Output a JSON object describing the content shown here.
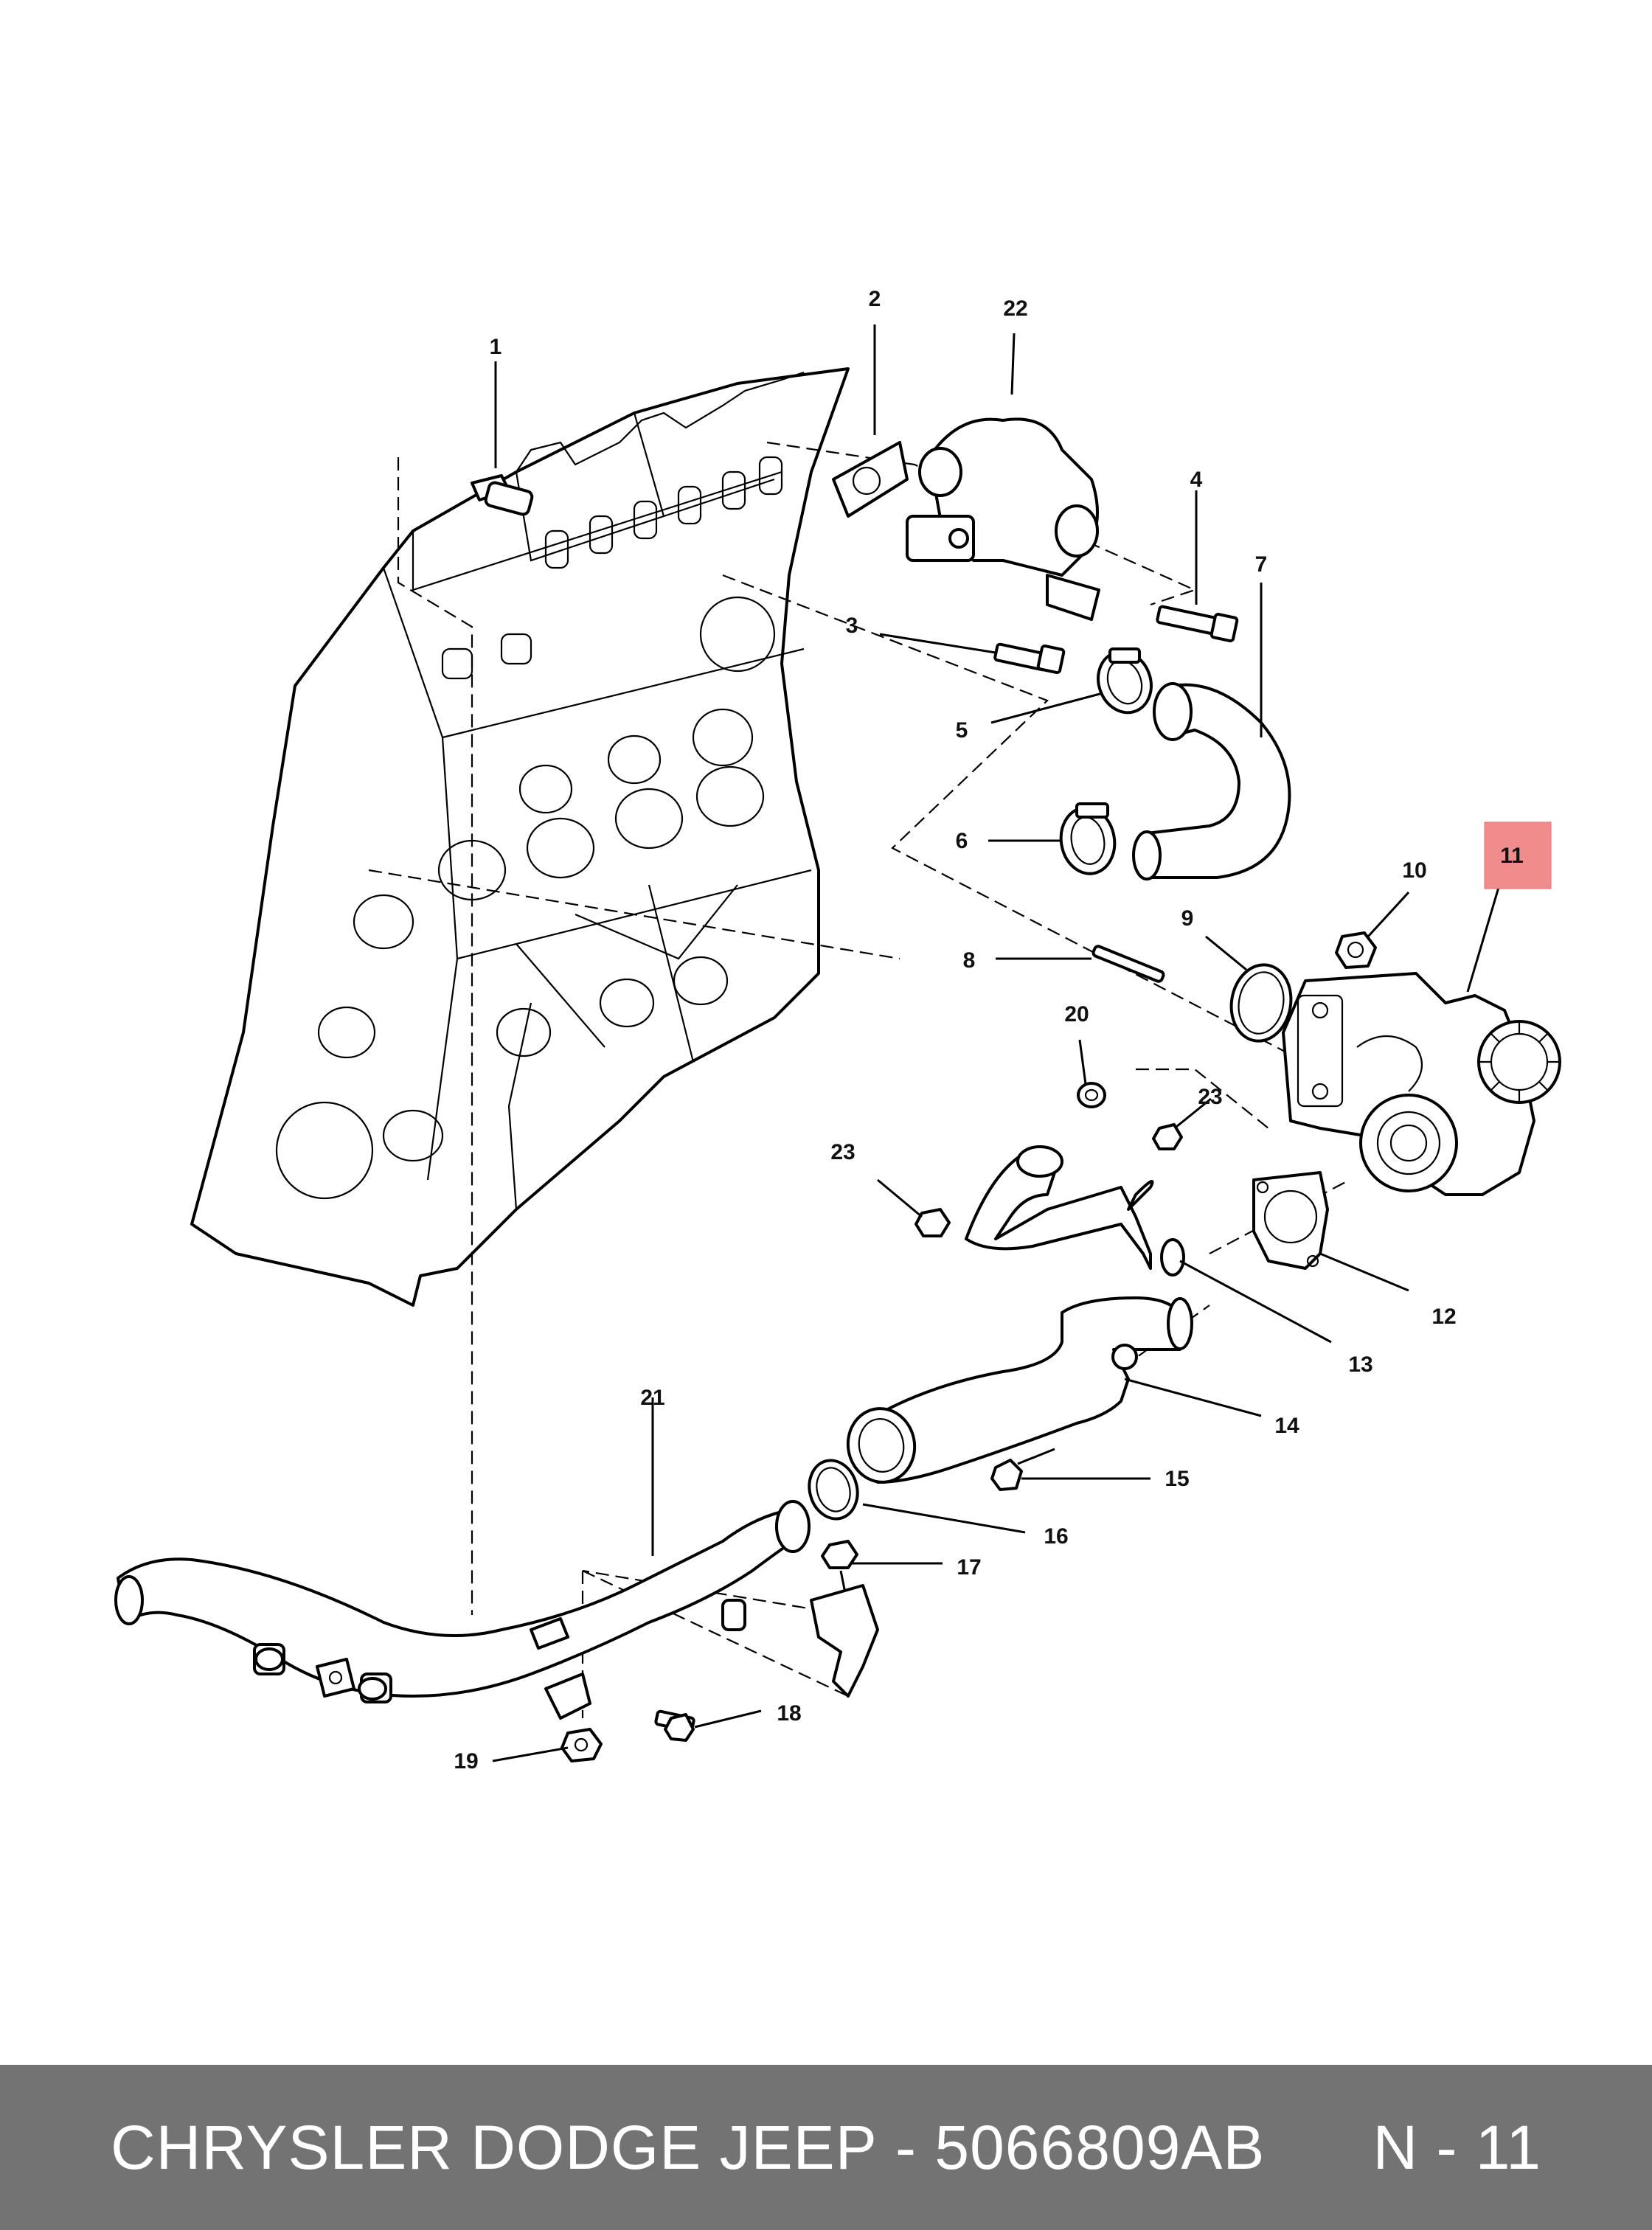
{
  "footer": {
    "brand": "CHRYSLER DODGE JEEP",
    "separator": " - ",
    "part_number": "5066809AB",
    "diagram_ref": "N - 11"
  },
  "callouts": [
    "1",
    "2",
    "3",
    "4",
    "5",
    "6",
    "7",
    "8",
    "9",
    "10",
    "11",
    "12",
    "13",
    "14",
    "15",
    "16",
    "17",
    "18",
    "19",
    "20",
    "21",
    "22",
    "23",
    "23"
  ],
  "highlighted_callout": "11",
  "colors": {
    "highlight": "#f08c8c",
    "footer_bg": "#737373",
    "footer_text": "#ffffff"
  }
}
